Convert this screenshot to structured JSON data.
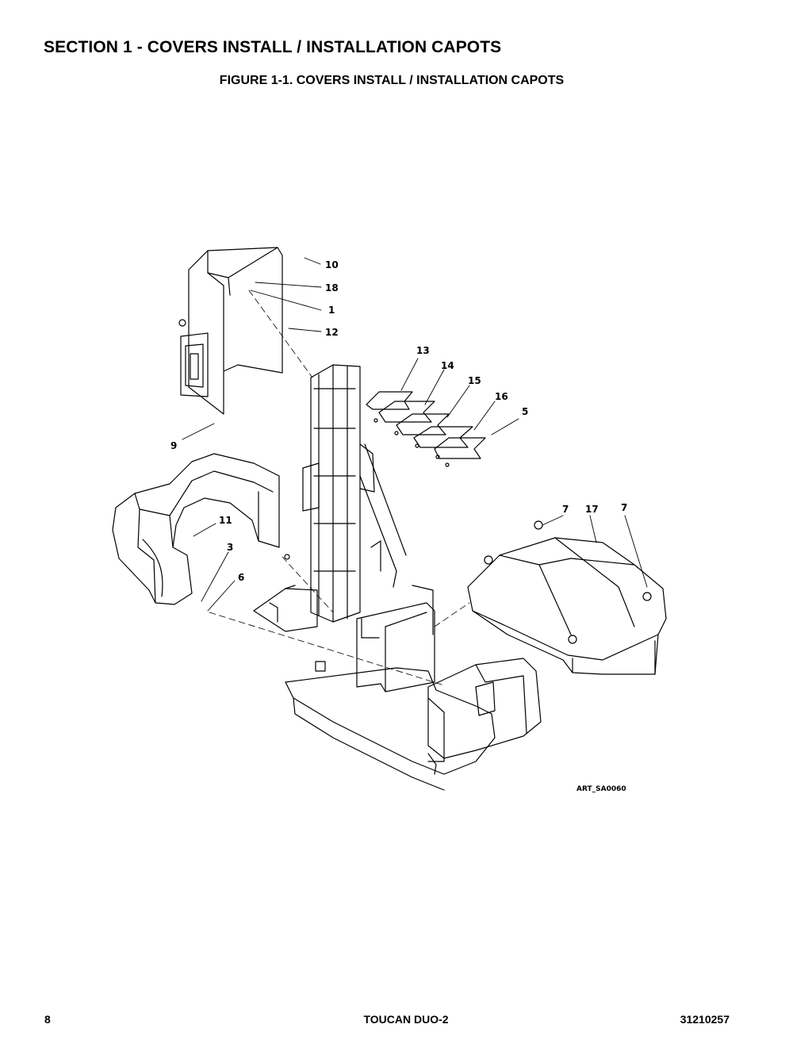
{
  "header": {
    "section_title": "SECTION 1 - COVERS INSTALL / INSTALLATION CAPOTS",
    "figure_title": "FIGURE 1-1. COVERS INSTALL / INSTALLATION CAPOTS"
  },
  "figure": {
    "art_id": "ART_SA0060",
    "callouts": {
      "c10": "10",
      "c18": "18",
      "c1": "1",
      "c12": "12",
      "c13": "13",
      "c14": "14",
      "c15": "15",
      "c16": "16",
      "c5": "5",
      "c9": "9",
      "c11": "11",
      "c3": "3",
      "c6": "6",
      "c7a": "7",
      "c17": "17",
      "c7b": "7"
    }
  },
  "footer": {
    "page_number": "8",
    "model": "TOUCAN DUO-2",
    "doc_number": "31210257"
  }
}
